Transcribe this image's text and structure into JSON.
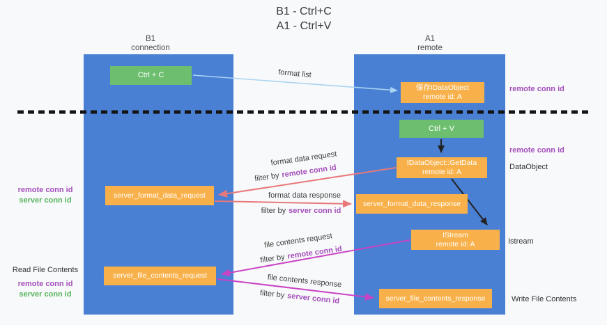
{
  "title": {
    "line1": "B1 - Ctrl+C",
    "line2": "A1 - Ctrl+V"
  },
  "lanes": {
    "b1": {
      "name": "B1",
      "subtitle": "connection"
    },
    "a1": {
      "name": "A1",
      "subtitle": "remote"
    }
  },
  "nodes": {
    "ctrl_c": {
      "label": "Ctrl + C"
    },
    "ctrl_v": {
      "label": "Ctrl + V"
    },
    "save_idataobject": {
      "line1": "保存IDataObject",
      "line2": "remote id: A"
    },
    "getdata": {
      "line1": "IDataObject::GetData",
      "line2": "remote id: A"
    },
    "istream": {
      "line1": "IStream",
      "line2": "remote id: A"
    },
    "format_request": {
      "label": "server_format_data_request"
    },
    "format_response": {
      "label": "server_format_data_response"
    },
    "file_request": {
      "label": "server_file_contents_request"
    },
    "file_response": {
      "label": "server_file_contents_response"
    }
  },
  "arrow_labels": {
    "format_list": "format list",
    "format_data_request": "format data request",
    "format_data_response": "format data response",
    "file_contents_request": "file contents request",
    "file_contents_response": "file contents response",
    "filter_by": "filter by",
    "remote_conn_id": "remote conn id",
    "server_conn_id": "server conn id"
  },
  "side_labels": {
    "left": {
      "remote_conn_id_1": "remote conn id",
      "server_conn_id_1": "server conn id",
      "read_file_contents": "Read File Contents",
      "remote_conn_id_2": "remote conn id",
      "server_conn_id_2": "server conn id"
    },
    "right": {
      "remote_conn_id_1": "remote conn id",
      "remote_conn_id_2": "remote conn id",
      "dataobject": "DataObject",
      "istream": "Istream",
      "write_file_contents": "Write File Contents"
    }
  },
  "colors": {
    "lane_blue": "#4a80d4",
    "node_green": "#6dbf6f",
    "node_orange": "#f8b14a",
    "arrow_light_blue": "#a9d4f2",
    "arrow_salmon": "#e8787a",
    "arrow_magenta": "#c944c4",
    "arrow_black": "#222222",
    "label_purple": "#a44fbb",
    "label_green": "#56b45f"
  }
}
